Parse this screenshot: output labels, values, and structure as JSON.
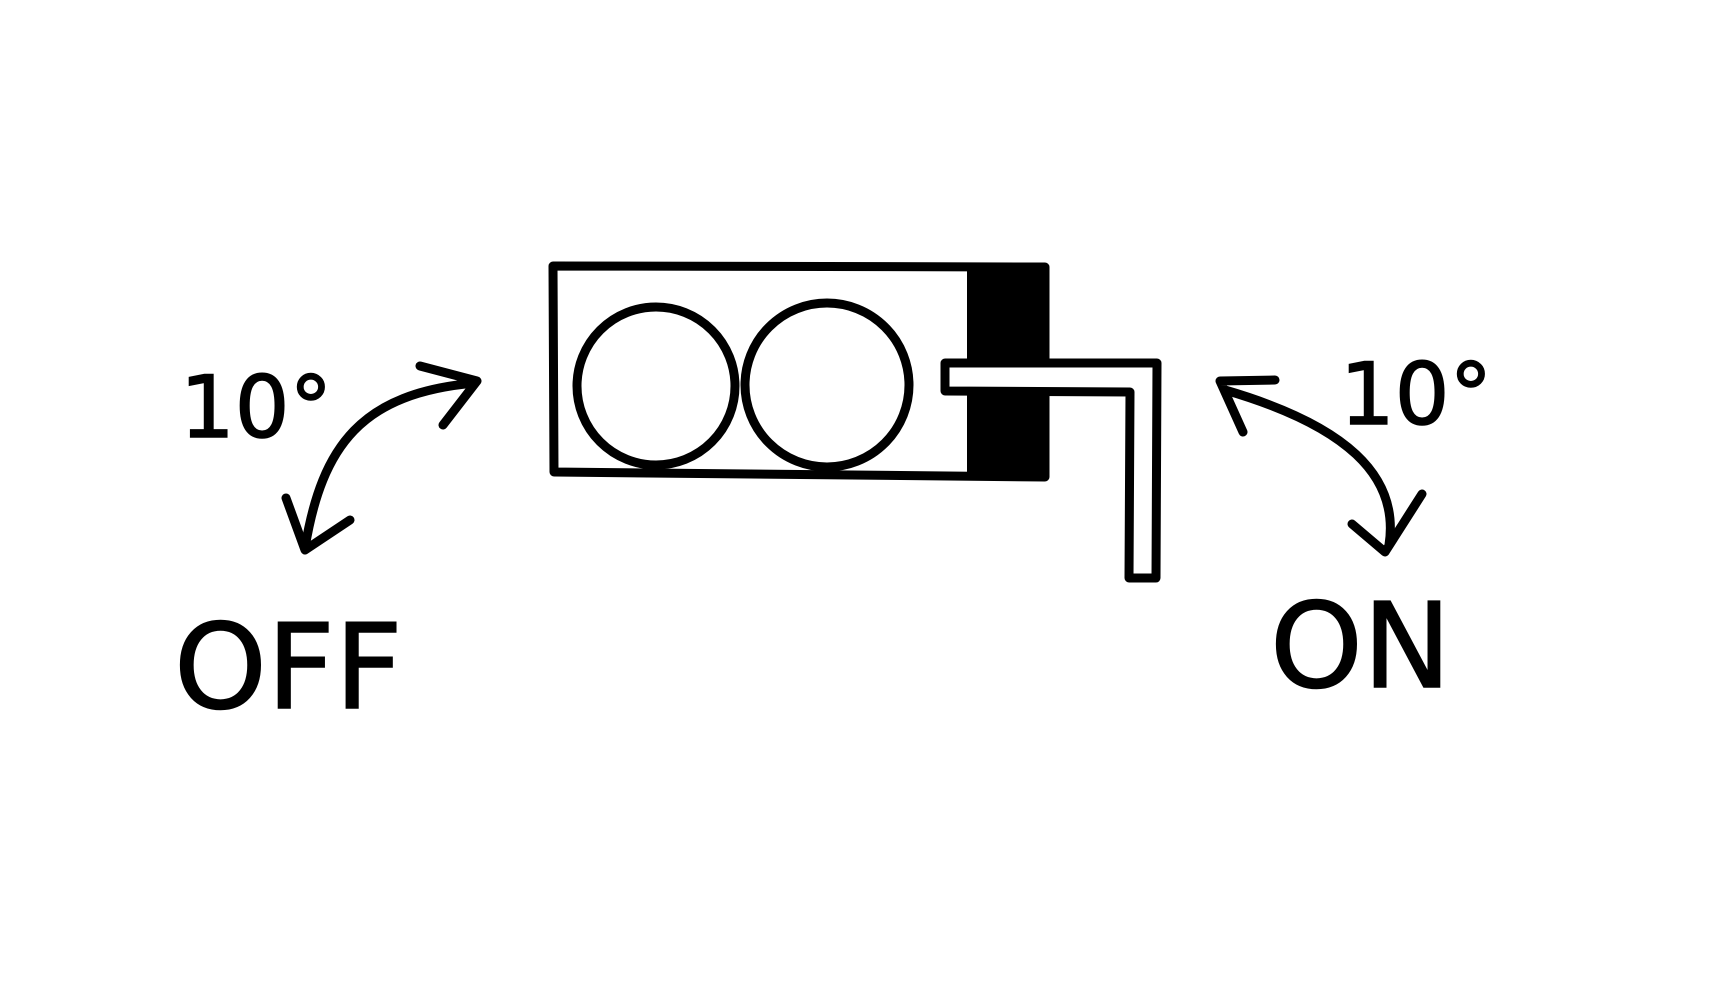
{
  "diagram": {
    "left_angle": "10°",
    "right_angle": "10°",
    "off_label": "OFF",
    "on_label": "ON",
    "stroke_color": "#000000",
    "background_color": "#ffffff"
  }
}
